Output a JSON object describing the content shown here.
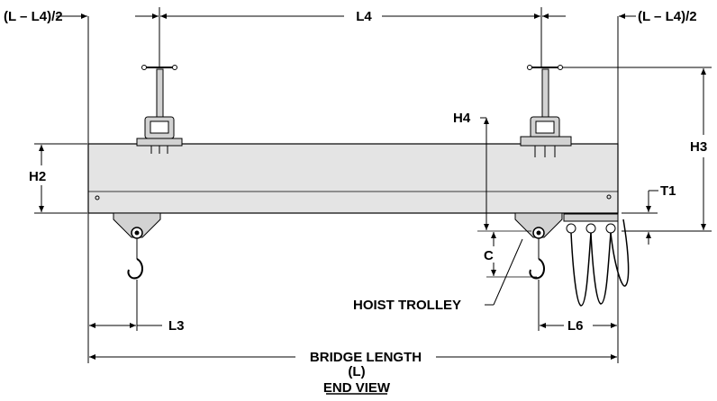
{
  "labels": {
    "half_offset_left": "(L – L4)/2",
    "l4": "L4",
    "half_offset_right": "(L – L4)/2",
    "h4": "H4",
    "h3": "H3",
    "h2": "H2",
    "t1": "T1",
    "c": "C",
    "hoist_trolley": "HOIST TROLLEY",
    "l3": "L3",
    "l6": "L6",
    "bridge_length": "BRIDGE LENGTH",
    "bridge_length_symbol": "(L)",
    "view_title": "END VIEW"
  },
  "colors": {
    "beam_fill": "#e4e4e4",
    "hardware_fill": "#d2d2d2",
    "line": "#000000"
  }
}
